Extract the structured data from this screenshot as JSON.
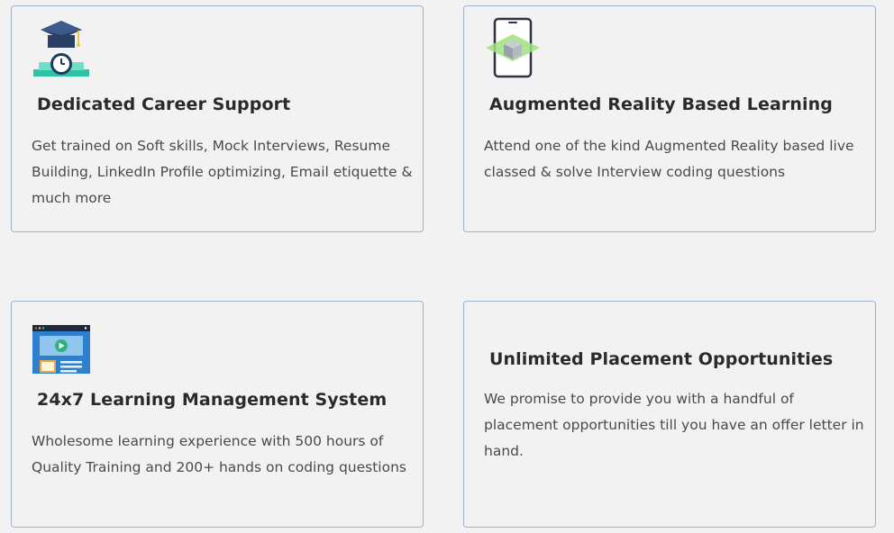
{
  "features": [
    {
      "icon": "graduation-cap-icon",
      "title": "Dedicated Career Support",
      "description": "Get trained on Soft skills, Mock Interviews, Resume Building, LinkedIn Profile optimizing, Email etiquette & much more"
    },
    {
      "icon": "augmented-reality-icon",
      "title": "Augmented Reality Based Learning",
      "description": "Attend one of the kind Augmented Reality based live classed & solve Interview coding questions"
    },
    {
      "icon": "learning-management-system-icon",
      "title": "24x7 Learning Management System",
      "description": "Wholesome learning experience with 500 hours of Quality Training and 200+ hands on coding questions"
    },
    {
      "title": "Unlimited Placement Opportunities",
      "description": "We promise to provide you with a handful of placement opportunities till you have an offer letter in hand."
    }
  ]
}
